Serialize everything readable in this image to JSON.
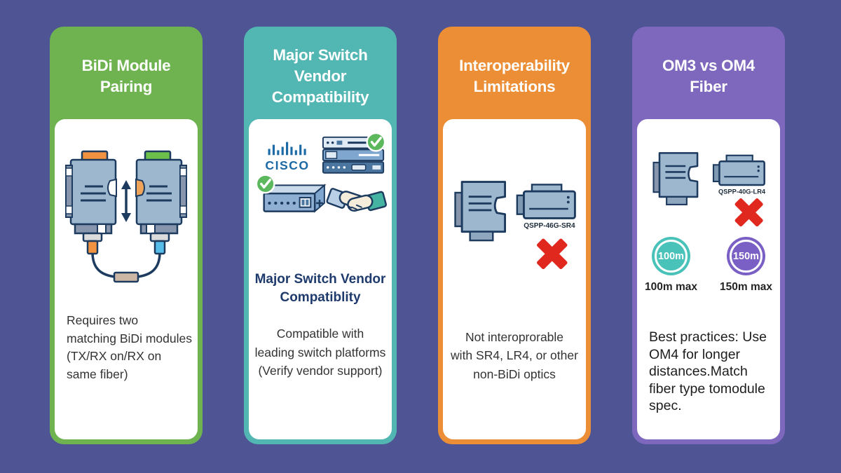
{
  "page": {
    "background_color": "#4e5494"
  },
  "colors": {
    "check_green": "#5bb85d",
    "cross_red": "#e0281e",
    "outline_navy": "#1d3a5f"
  },
  "cards": {
    "bidi": {
      "title": "BiDi Module\nPairing",
      "accent_color": "#6fb351",
      "body": "Requires two\nmatching BiDi modules\n(TX/RX on/RX on\nsame fiber)"
    },
    "vendor": {
      "title": "Major Switch Vendor\nCompatibility",
      "accent_color": "#52b6b2",
      "brand": "CISCO",
      "subheading": "Major Switch Vendor\nCompatiblity",
      "body": "Compatible with\nleading switch platforms\n(Verify vendor support)"
    },
    "interop": {
      "title": "Interoperability\nLimitations",
      "accent_color": "#ec8e35",
      "module_label": "QSPP-46G-SR4",
      "body": "Not interoprorable\nwith SR4, LR4, or other\nnon-BiDi optics"
    },
    "fiber": {
      "title": "OM3 vs OM4\nFiber",
      "accent_color": "#7d68bd",
      "module_label": "QSPP-40G-LR4",
      "om3": {
        "value": "100m",
        "label": "100m max",
        "color": "#49c2ba"
      },
      "om4": {
        "value": "150m",
        "label": "150m max",
        "color": "#7a5fc4"
      },
      "body": "Best practices: Use\nOM4 for longer\ndistances.Match\nfiber type tomodule\nspec."
    }
  }
}
